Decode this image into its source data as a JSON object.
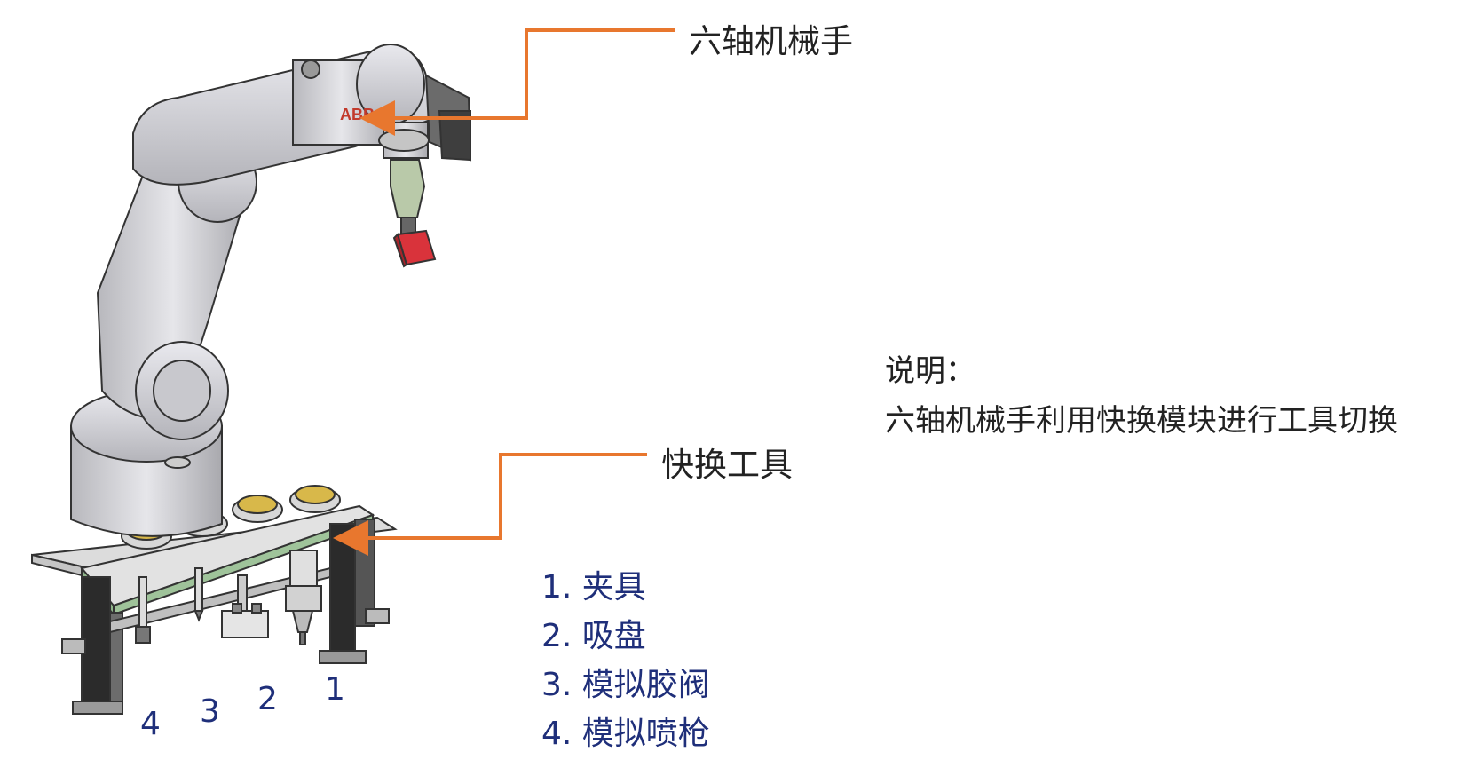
{
  "callouts": {
    "robot": "六轴机械手",
    "tool": "快换工具"
  },
  "note": {
    "title": "说明：",
    "text": "六轴机械手利用快换模块进行工具切换"
  },
  "tool_list": [
    "1. 夹具",
    "2. 吸盘",
    "3. 模拟胶阀",
    "4. 模拟喷枪"
  ],
  "tool_numbers": [
    "1",
    "2",
    "3",
    "4"
  ],
  "robot_brand": "ABB",
  "colors": {
    "callout_line": "#e8772e",
    "list_text": "#1f2f7a",
    "end_effector": "#d9333b"
  }
}
